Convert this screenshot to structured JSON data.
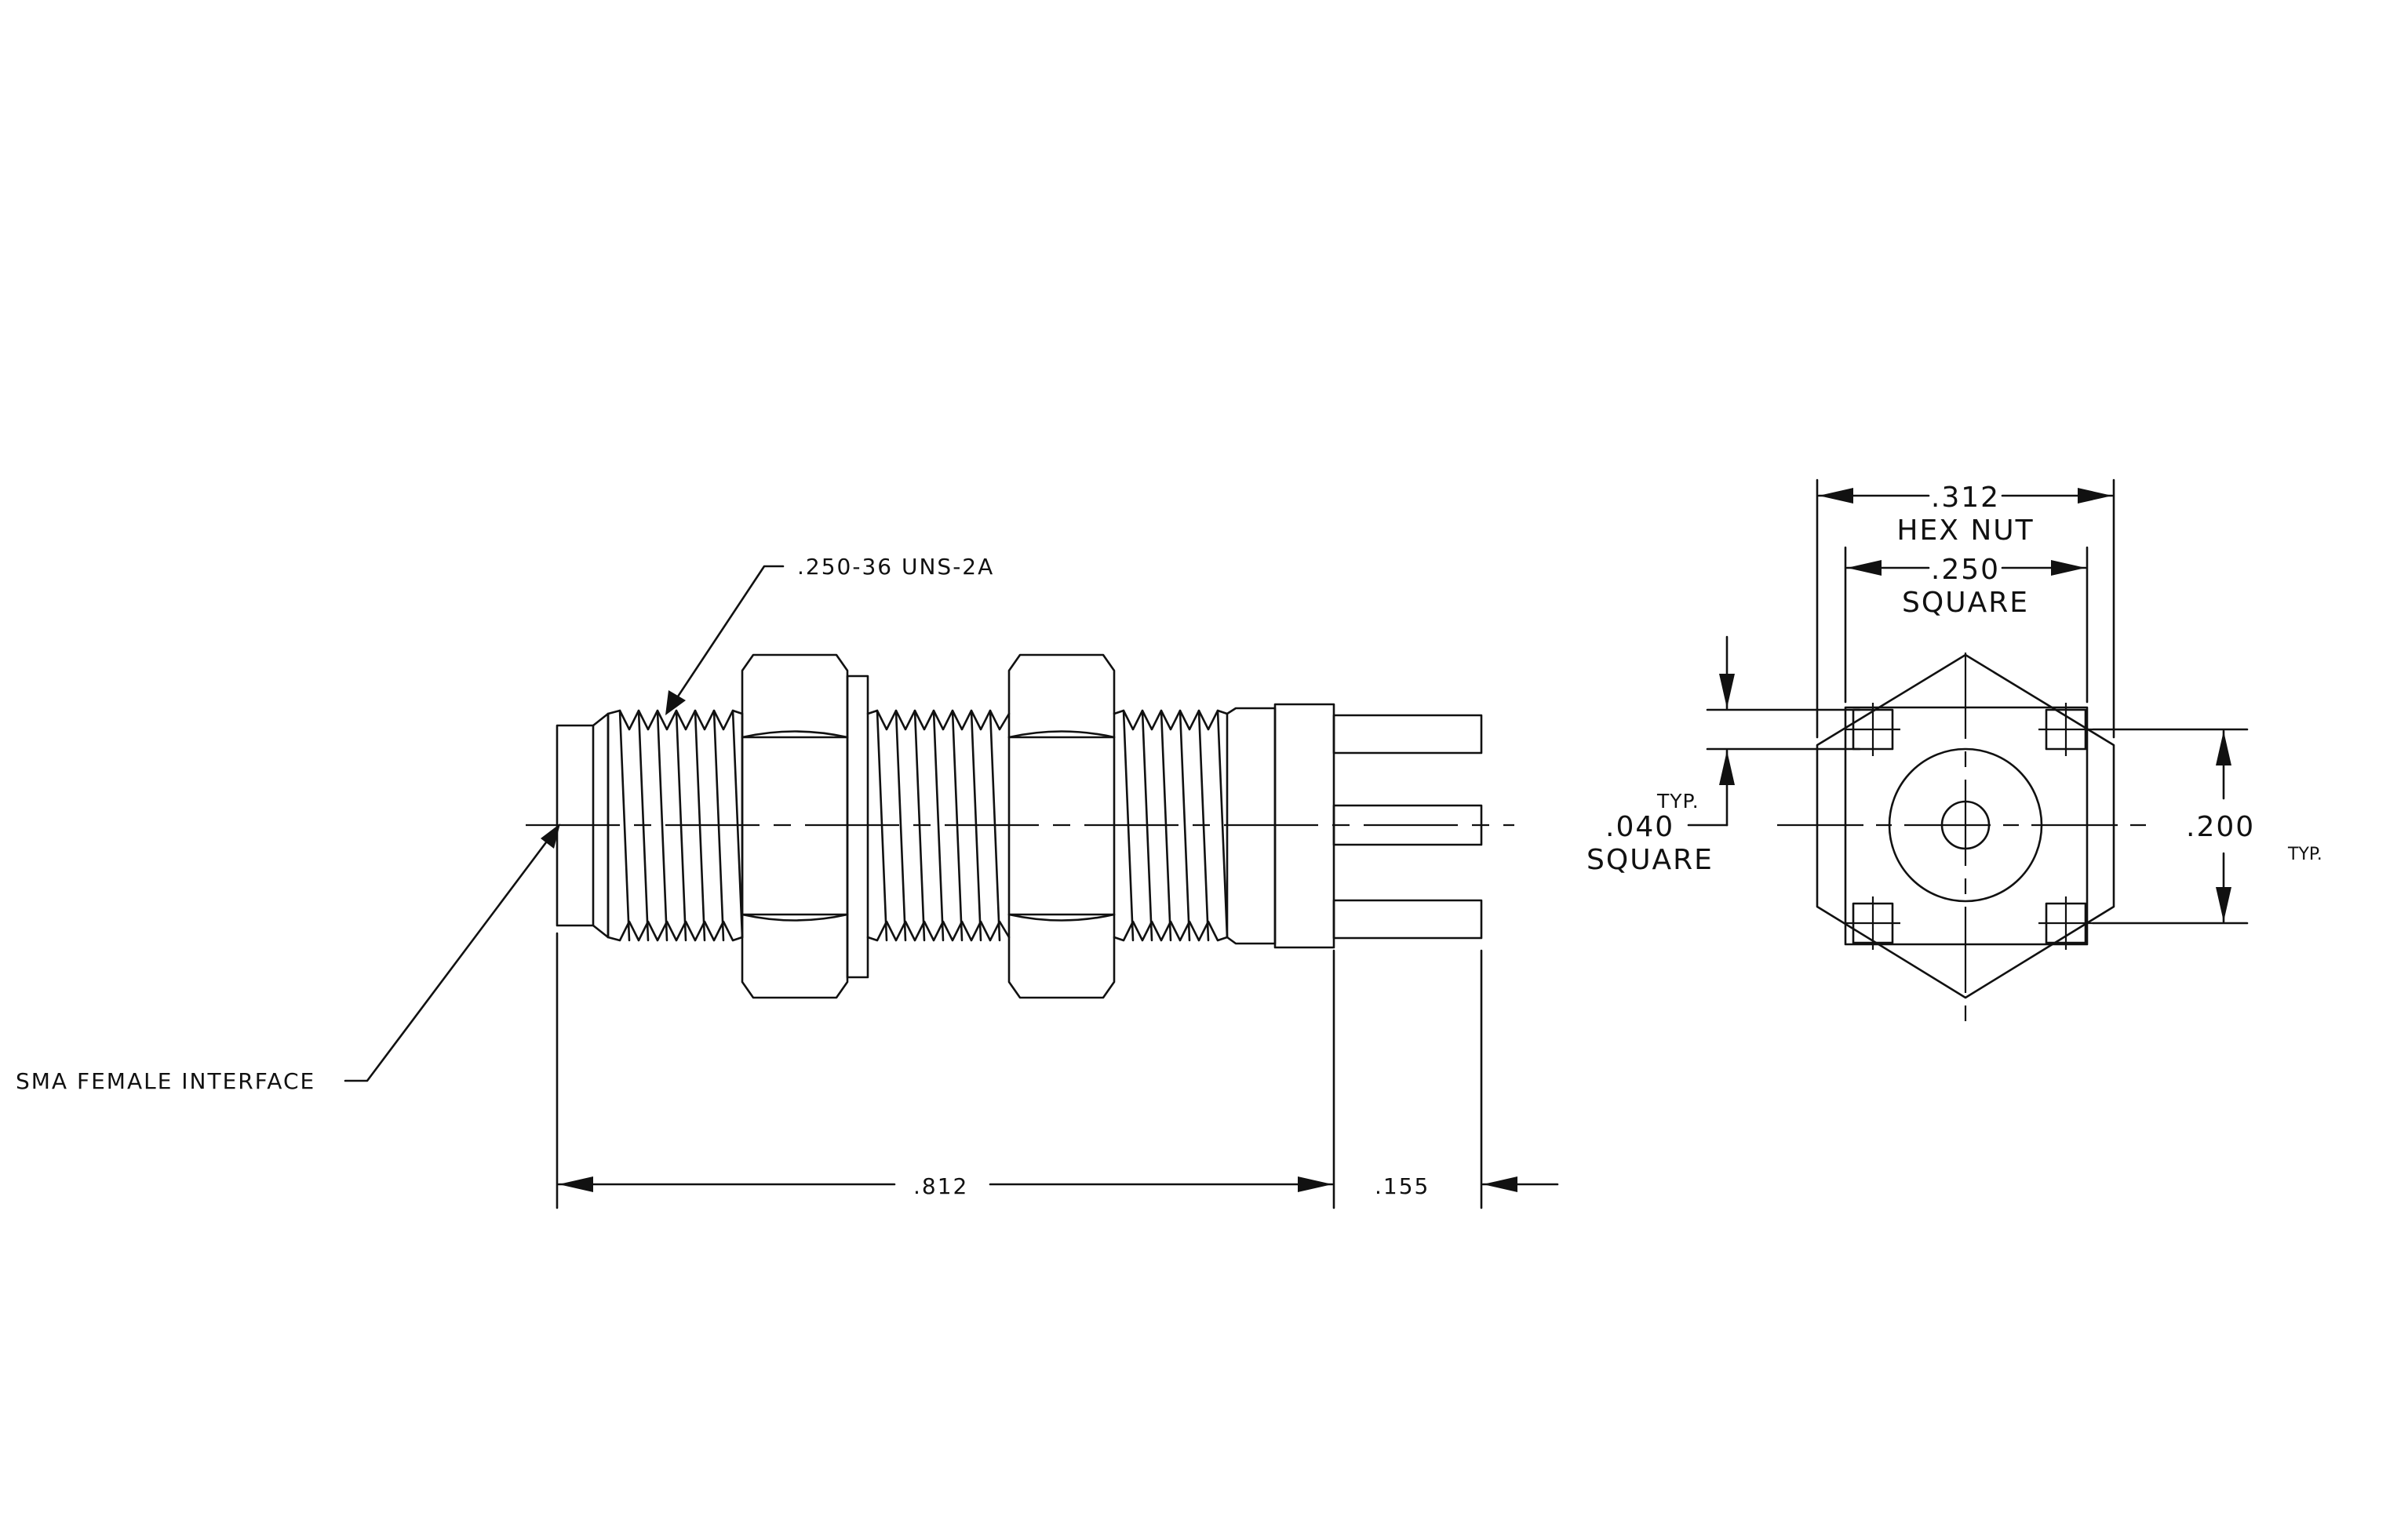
{
  "side_view": {
    "thread_callout": ".250-36 UNS-2A",
    "interface_callout": "SMA FEMALE INTERFACE",
    "overall_length": ".812",
    "pin_length": ".155"
  },
  "end_view": {
    "hex_nut_dim": ".312",
    "hex_nut_label": "HEX NUT",
    "square_dim": ".250",
    "square_label": "SQUARE",
    "pin_size_dim": ".040",
    "pin_size_typ": "TYP.",
    "pin_size_label": "SQUARE",
    "pin_spacing_dim": ".200",
    "pin_spacing_typ": "TYP."
  }
}
